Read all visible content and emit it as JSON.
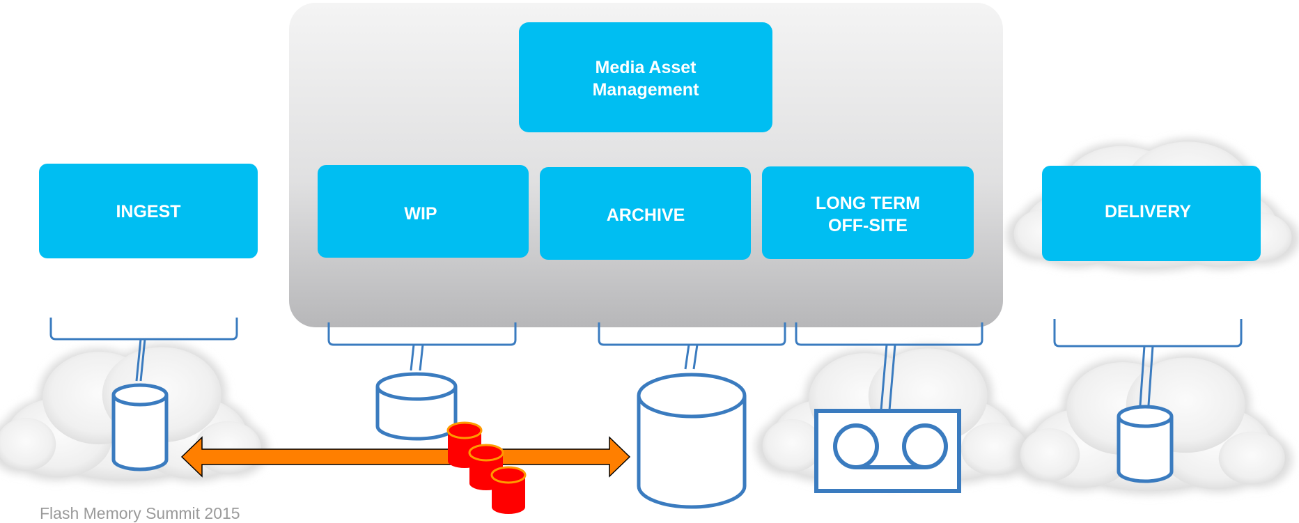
{
  "colors": {
    "box_fill": "#00BEF2",
    "panel_top": "#F2F2F2",
    "panel_bottom": "#B8B8BA",
    "outline_blue": "#3A7BBF",
    "arrow_fill": "#FF7F00",
    "arrow_stroke": "#000000",
    "flash_fill": "#FF0000",
    "flash_rim": "#FF9B00",
    "cloud_light": "#F7F7F7",
    "cloud_mid": "#E4E4E4",
    "footer_text": "#9A9A9A"
  },
  "boxes": {
    "mam": {
      "line1": "Media Asset",
      "line2": "Management"
    },
    "ingest": "INGEST",
    "wip": "WIP",
    "archive": "ARCHIVE",
    "longterm": {
      "line1": "LONG TERM",
      "line2": "OFF-SITE"
    },
    "delivery": "DELIVERY"
  },
  "icons": {
    "ingest_storage": "cylinder-icon",
    "wip_storage": "cylinder-icon",
    "archive_storage": "cylinder-icon",
    "tape": "tape-reel-icon",
    "delivery_storage": "cylinder-icon",
    "flash": "flash-stack-icon",
    "flow": "double-arrow-icon"
  },
  "footer": "Flash Memory Summit 2015"
}
